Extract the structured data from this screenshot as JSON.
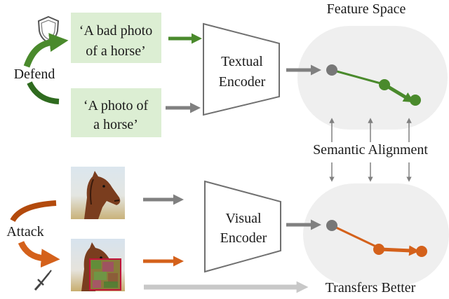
{
  "feature_space": {
    "title": "Feature Space"
  },
  "prompts": {
    "defended": [
      "‘A bad photo",
      "of a horse’"
    ],
    "original": [
      "‘A photo of",
      "a horse’"
    ]
  },
  "labels": {
    "defend": "Defend",
    "attack": "Attack",
    "semantic_alignment": "Semantic Alignment",
    "transfers_better": "Transfers Better"
  },
  "encoders": {
    "textual": [
      "Textual",
      "Encoder"
    ],
    "visual": [
      "Visual",
      "Encoder"
    ]
  },
  "images": {
    "clean": "horse-photo",
    "adversarial": "horse-photo-with-perturbation-patch"
  },
  "icons": {
    "defend": "shield-icon",
    "attack": "sword-icon"
  },
  "colors": {
    "defend_green": "#4a8a2c",
    "defend_green_dark": "#2f6b1f",
    "attack_orange": "#d4611b",
    "attack_orange_dark": "#b34a0c",
    "gray_arrow": "#808080",
    "light_gray_arrow": "#c8c8c8",
    "prompt_box": "#dceed3",
    "feature_space_bg": "#efefef",
    "perturbation_border": "#c0143c"
  }
}
